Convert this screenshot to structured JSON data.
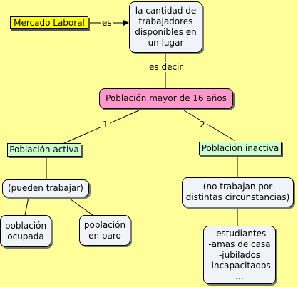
{
  "nodes": {
    "mercado": {
      "label": "Mercado Laboral"
    },
    "cantidad": {
      "lines": [
        "la cantidad de",
        "trabajadores",
        "disponibles en",
        "un lugar"
      ]
    },
    "poblacion_mayor": {
      "label": "Población mayor de 16 años"
    },
    "activa": {
      "label": "Población activa"
    },
    "inactiva": {
      "label": "Población inactiva"
    },
    "pueden": {
      "label": "(pueden trabajar)"
    },
    "no_trabajan": {
      "lines": [
        "(no trabajan por",
        "distintas circunstancias)"
      ]
    },
    "ocupada": {
      "lines": [
        "población",
        "ocupada"
      ]
    },
    "paro": {
      "lines": [
        "población",
        "en paro"
      ]
    },
    "lista": {
      "lines": [
        "-estudiantes",
        "-amas de casa",
        "-jubilados",
        "-incapacitados",
        "..."
      ]
    }
  },
  "link_labels": {
    "es": "es",
    "es_decir": "es decir",
    "uno": "1",
    "dos": "2"
  }
}
